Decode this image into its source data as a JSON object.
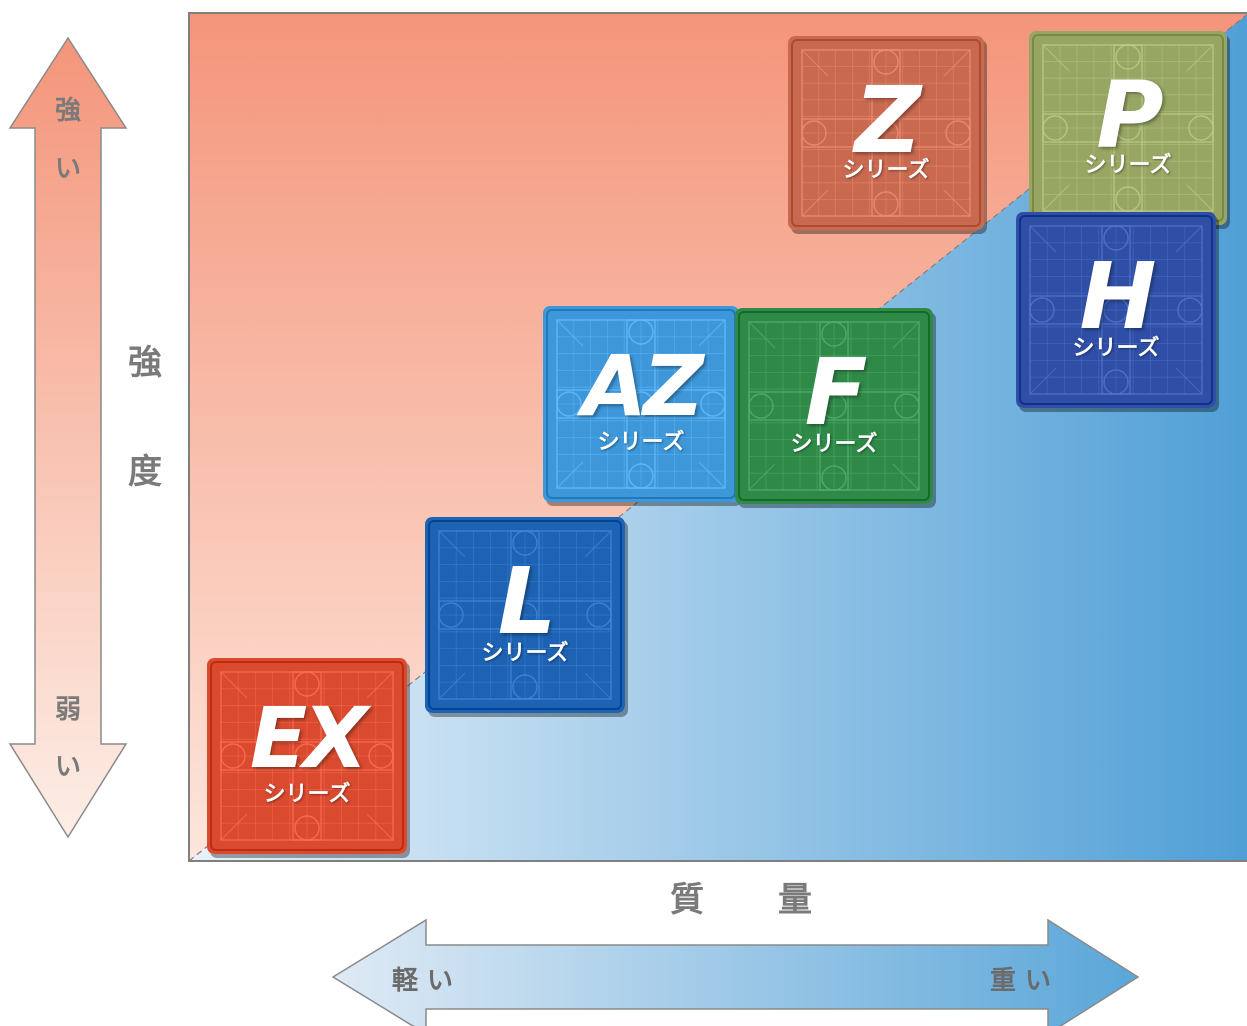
{
  "axes": {
    "y_title_1": "強",
    "y_title_2": "度",
    "x_title_1": "質",
    "x_title_2": "量"
  },
  "y_arrow": {
    "top_1": "強",
    "top_2": "い",
    "bottom_1": "弱",
    "bottom_2": "い"
  },
  "x_arrow": {
    "left": "軽 い",
    "right": "重 い"
  },
  "colors": {
    "upper_region": "#f4957a",
    "lower_region": "#5aa6d9",
    "frame": "#7f7f7f"
  },
  "series": [
    {
      "letter": "Z",
      "suffix": "シリーズ",
      "color": "#c9694f",
      "pattern": "pallet-grid-icon"
    },
    {
      "letter": "P",
      "suffix": "シリーズ",
      "color": "#97a663",
      "pattern": "pallet-grid-icon"
    },
    {
      "letter": "H",
      "suffix": "シリーズ",
      "color": "#2f4fa6",
      "pattern": "pallet-grid-icon"
    },
    {
      "letter": "AZ",
      "suffix": "シリーズ",
      "color": "#3d97d9",
      "pattern": "pallet-grid-icon"
    },
    {
      "letter": "F",
      "suffix": "シリーズ",
      "color": "#2f8a48",
      "pattern": "pallet-grid-icon"
    },
    {
      "letter": "L",
      "suffix": "シリーズ",
      "color": "#1d62b3",
      "pattern": "pallet-grid-icon"
    },
    {
      "letter": "EX",
      "suffix": "シリーズ",
      "color": "#d94a2f",
      "pattern": "pallet-grid-icon"
    }
  ]
}
